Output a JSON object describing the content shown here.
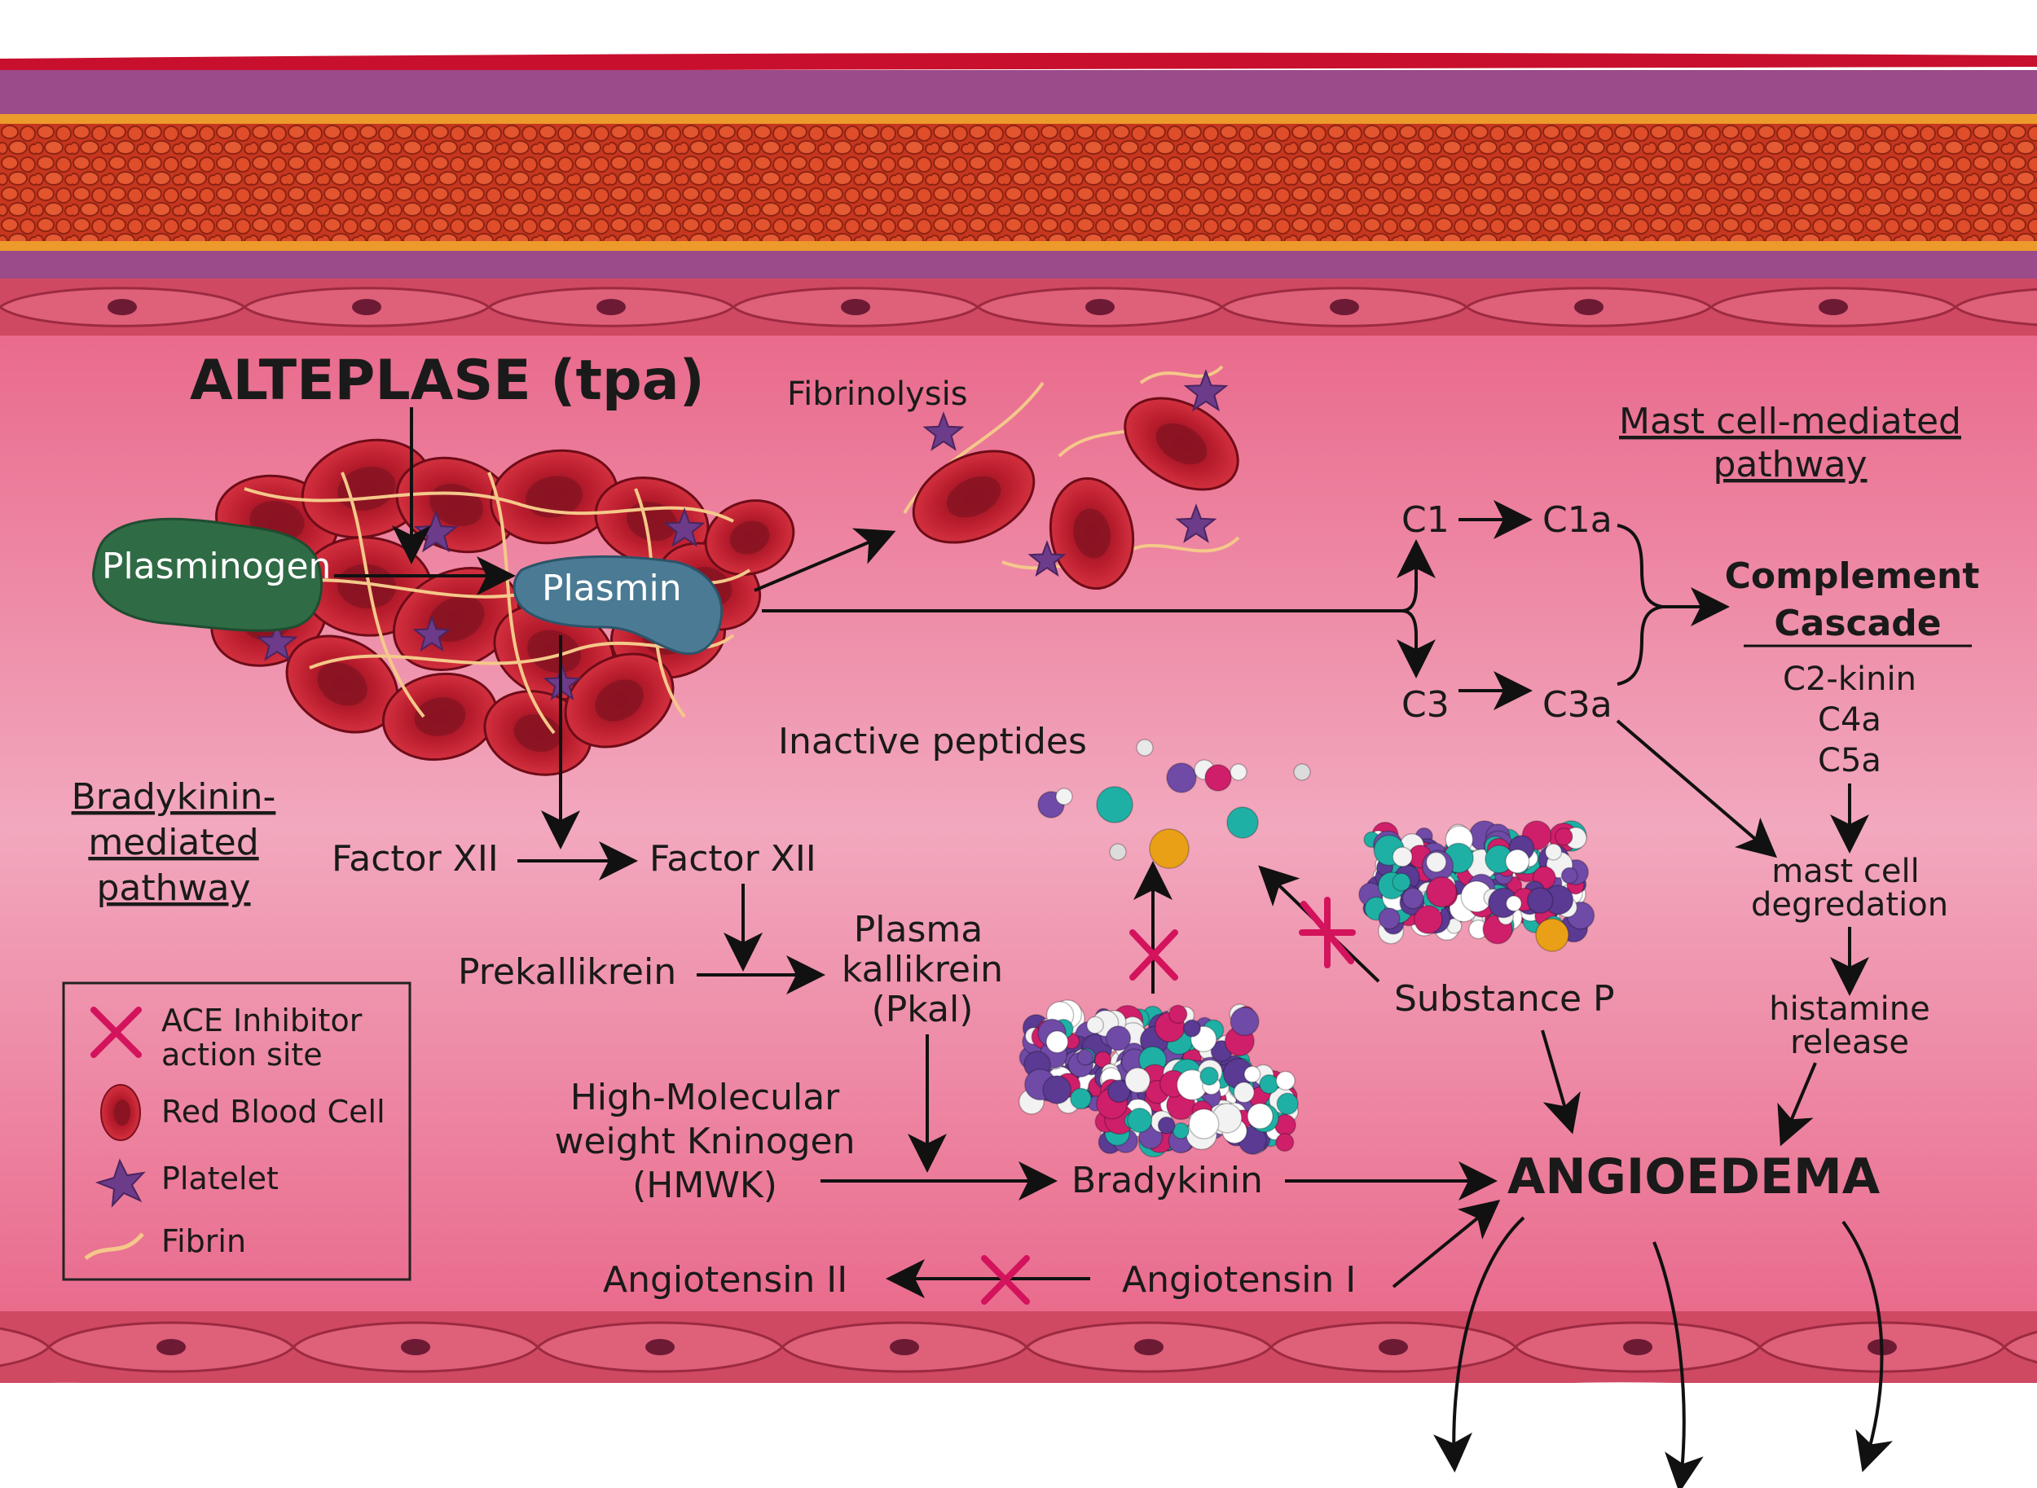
{
  "colors": {
    "lumen": "#e97593",
    "lumen_light": "#f2a6bd",
    "wall_red": "#d9432a",
    "wall_purple": "#9b4b8a",
    "wall_orange": "#ec9a2b",
    "endothelium": "#d8506a",
    "rbc": "#b2182b",
    "platelet": "#6c3c8a",
    "fibrin": "#f4c88a",
    "plasminogen": "#2f6b45",
    "plasmin": "#4a7a94",
    "ace_cross": "#d3135c",
    "arrow": "#111111"
  },
  "title": "ALTEPLASE (tpa)",
  "labels": {
    "plasminogen": "Plasminogen",
    "plasmin": "Plasmin",
    "fibrinolysis": "Fibrinolysis",
    "factor_xii_left": "Factor XII",
    "factor_xii_right": "Factor XII",
    "prekallikrein": "Prekallikrein",
    "plasma_kallikrein": [
      "Plasma",
      "kallikrein",
      "(Pkal)"
    ],
    "hmwk": [
      "High-Molecular",
      "weight Kninogen",
      "(HMWK)"
    ],
    "bradykinin": "Bradykinin",
    "angiotensin_i": "Angiotensin I",
    "angiotensin_ii": "Angiotensin II",
    "inactive_peptides": "Inactive peptides",
    "substance_p": "Substance P",
    "angioedema": "ANGIOEDEMA",
    "c1": "C1",
    "c1a": "C1a",
    "c3": "C3",
    "c3a": "C3a",
    "complement_cascade": [
      "Complement",
      "Cascade"
    ],
    "complement_products": [
      "C2-kinin",
      "C4a",
      "C5a"
    ],
    "mast_cell_degradation": [
      "mast cell",
      "degredation"
    ],
    "histamine_release": [
      "histamine",
      "release"
    ]
  },
  "pathways": {
    "bradykinin": [
      "Bradykinin-",
      "mediated",
      "pathway"
    ],
    "mast_cell": [
      "Mast cell-mediated",
      "pathway"
    ]
  },
  "legend": {
    "items": [
      {
        "icon": "ace-inhibitor-cross-icon",
        "label": [
          "ACE Inhibitor",
          "action site"
        ]
      },
      {
        "icon": "red-blood-cell-icon",
        "label": [
          "Red Blood Cell"
        ]
      },
      {
        "icon": "platelet-icon",
        "label": [
          "Platelet"
        ]
      },
      {
        "icon": "fibrin-icon",
        "label": [
          "Fibrin"
        ]
      }
    ]
  }
}
